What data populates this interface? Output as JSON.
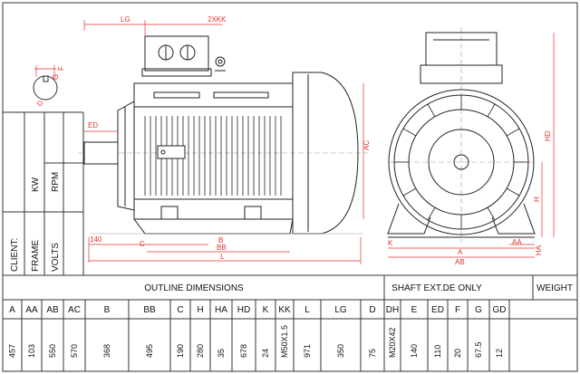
{
  "dimension_labels": {
    "lg": "LG",
    "n_cable_glands": "2XKK",
    "ed": "ED",
    "ac": "AC",
    "l_140": "140",
    "c": "C",
    "b": "B",
    "bb": "BB",
    "l": "L",
    "hd": "HD",
    "h": "H",
    "ha": "HA",
    "k": "K",
    "a": "A",
    "aa": "AA",
    "ab": "AB"
  },
  "shaft_detail": {
    "d": "D",
    "f": "F",
    "g": "G"
  },
  "side_panel": {
    "client": "CLIENT:",
    "frame": "FRAME",
    "volts": "VOLTS",
    "kw": "KW",
    "rpm": "RPM"
  },
  "table": {
    "outline_title": "OUTLINE DIMENSIONS",
    "shaft_title": "SHAFT EXT.DE ONLY",
    "weight_title": "WEIGHT",
    "columns": [
      {
        "name": "A",
        "value": "457"
      },
      {
        "name": "AA",
        "value": "103"
      },
      {
        "name": "AB",
        "value": "550"
      },
      {
        "name": "AC",
        "value": "570"
      },
      {
        "name": "B",
        "value": "368"
      },
      {
        "name": "BB",
        "value": "495"
      },
      {
        "name": "C",
        "value": "190"
      },
      {
        "name": "H",
        "value": "280"
      },
      {
        "name": "HA",
        "value": "35"
      },
      {
        "name": "HD",
        "value": "678"
      },
      {
        "name": "K",
        "value": "24"
      },
      {
        "name": "KK",
        "value": "M50X1.5"
      },
      {
        "name": "L",
        "value": "971"
      },
      {
        "name": "LG",
        "value": "350"
      },
      {
        "name": "D",
        "value": "75"
      },
      {
        "name": "DH",
        "value": "M20X42"
      },
      {
        "name": "E",
        "value": "140"
      },
      {
        "name": "ED",
        "value": "110"
      },
      {
        "name": "F",
        "value": "20"
      },
      {
        "name": "G",
        "value": "67.5"
      },
      {
        "name": "GD",
        "value": "12"
      },
      {
        "name": "WEIGHT",
        "value": ""
      }
    ]
  },
  "colors": {
    "dimension": "#e0332e",
    "line": "#222222"
  }
}
